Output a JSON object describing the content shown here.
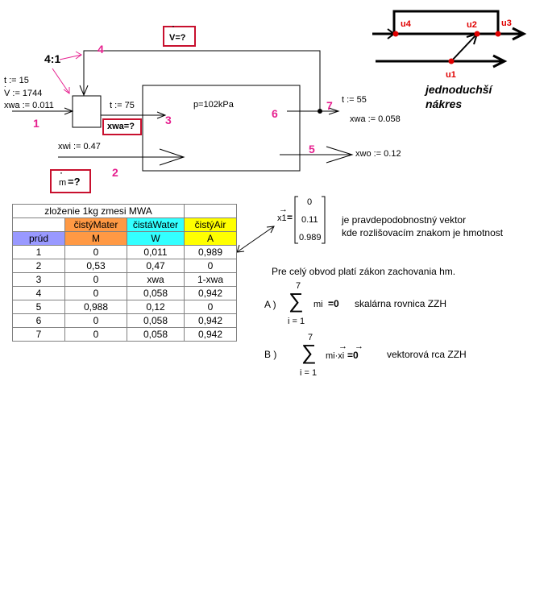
{
  "left_diagram": {
    "stream_numbers": {
      "s1": "1",
      "s2": "2",
      "s3": "3",
      "s4": "4",
      "s5": "5",
      "s6": "6",
      "s7": "7"
    },
    "ratio": "4:1",
    "inlet1": {
      "t": "t := 15",
      "v": "V := 1744",
      "xwa": "xwa := 0.011"
    },
    "t_mix": "t := 75",
    "xwa_unknown": "xwa=?",
    "v_unknown": "V=?",
    "pressure": "p=102kPa",
    "out7": {
      "t": "t := 55",
      "xwa": "xwa := 0.058"
    },
    "xwi": "xwi := 0.47",
    "xwo": "xwo := 0.12",
    "m_unknown": "=?",
    "m_letter": "m"
  },
  "right_diagram": {
    "labels": {
      "u1": "u1",
      "u2": "u2",
      "u3": "u3",
      "u4": "u4"
    },
    "caption_line1": "jednoduchší",
    "caption_line2": "nákres",
    "color_red": "#e00000"
  },
  "table": {
    "title": "zloženie 1kg zmesi MWA",
    "col_names": [
      "čistýMater",
      "čistáWater",
      "čistýAir"
    ],
    "col_letters": [
      "M",
      "W",
      "A"
    ],
    "row_header": "prúd",
    "header_colors": [
      "#ff9944",
      "#33ffff",
      "#ffff00"
    ],
    "row_header_color": "#9999ff",
    "rows": [
      [
        "1",
        "0",
        "0,011",
        "0,989"
      ],
      [
        "2",
        "0,53",
        "0,47",
        "0"
      ],
      [
        "3",
        "0",
        "xwa",
        "1-xwa"
      ],
      [
        "4",
        "0",
        "0,058",
        "0,942"
      ],
      [
        "5",
        "0,988",
        "0,12",
        "0"
      ],
      [
        "6",
        "0",
        "0,058",
        "0,942"
      ],
      [
        "7",
        "0",
        "0,058",
        "0,942"
      ]
    ]
  },
  "vector": {
    "name": "x1",
    "equals": "=",
    "values": [
      "0",
      "0.11",
      "0.989"
    ],
    "desc1": "je pravdepodobnostný vektor",
    "desc2": "kde rozlišovacím znakom je hmotnost"
  },
  "law": {
    "statement": "Pre celý obvod platí zákon zachovania hm.",
    "a_label": "A )",
    "b_label": "B )",
    "sum_top": "7",
    "sum_bottom": "i = 1",
    "a_term": "mi",
    "a_eq": "=0",
    "a_desc": "skalárna rovnica ZZH",
    "b_term": "mi·xi",
    "b_eq": "=0",
    "b_desc": "vektorová rca ZZH",
    "sigma": "∑"
  }
}
